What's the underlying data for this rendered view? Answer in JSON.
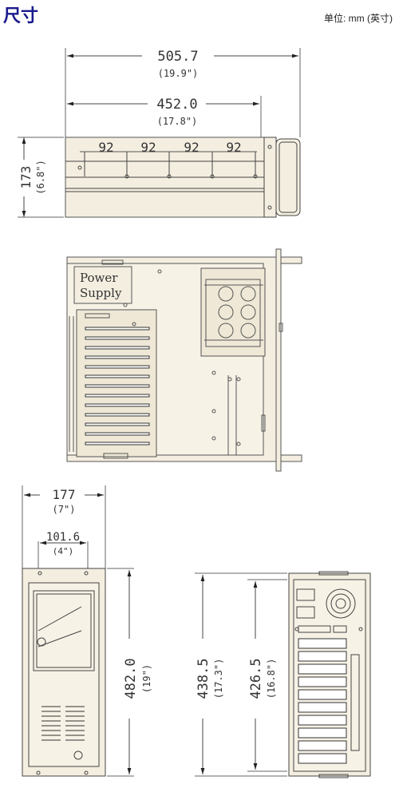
{
  "page": {
    "title": "尺寸",
    "unit_note": "单位: mm (英寸)"
  },
  "top_view": {
    "overall_width": "505.7",
    "overall_width_in": "(19.9\")",
    "body_width": "452.0",
    "body_width_in": "(17.8\")",
    "height": "173",
    "height_in": "(6.8\")",
    "bay_pitches": [
      "92",
      "92",
      "92",
      "92"
    ]
  },
  "plan_view": {
    "psu_label_line1": "Power",
    "psu_label_line2": "Supply"
  },
  "front_view": {
    "width": "177",
    "width_in": "(7\")",
    "hole_spacing": "101.6",
    "hole_spacing_in": "(4\")",
    "height": "482.0",
    "height_in": "(19\")"
  },
  "rear_view": {
    "outer_height": "438.5",
    "outer_height_in": "(17.3\")",
    "inner_height": "426.5",
    "inner_height_in": "(16.8\")"
  }
}
